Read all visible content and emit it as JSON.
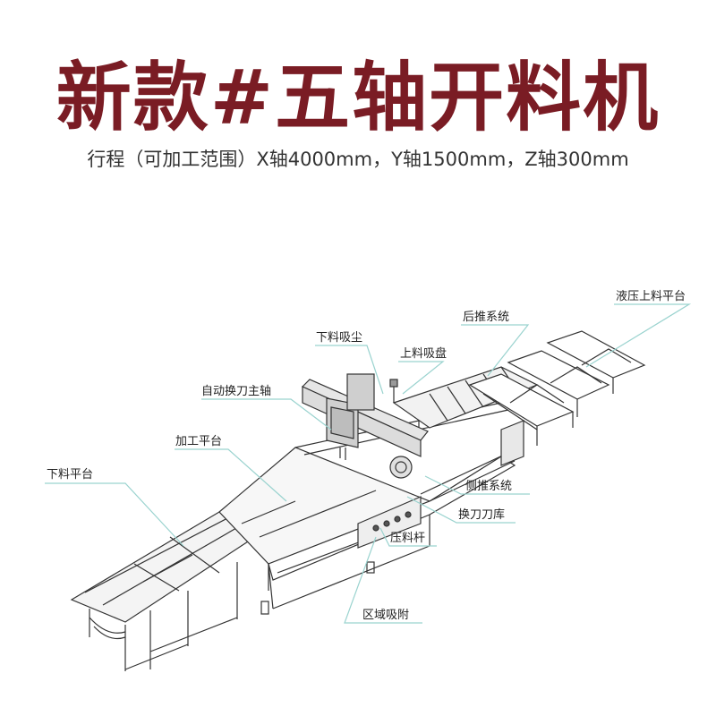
{
  "header": {
    "title": "新款#五轴开料机",
    "subtitle": "行程（可加工范围）X轴4000mm，Y轴1500mm，Z轴300mm"
  },
  "colors": {
    "title": "#7a1c24",
    "leader": "#9ad3cf",
    "outline": "#333333"
  },
  "callouts": {
    "unloading_platform": "下料平台",
    "processing_platform": "加工平台",
    "auto_tool_change_spindle": "自动换刀主轴",
    "unloading_dust_collection": "下料吸尘",
    "loading_suction_cup": "上料吸盘",
    "rear_push_system": "后推系统",
    "hydraulic_loading_platform": "液压上料平台",
    "side_push_system": "侧推系统",
    "tool_magazine": "换刀刀库",
    "hold_down_bar": "压料杆",
    "zone_vacuum": "区域吸附"
  }
}
